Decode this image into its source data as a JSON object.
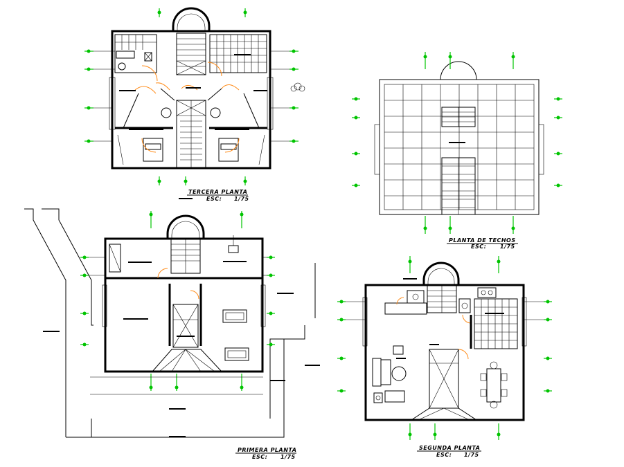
{
  "drawing": {
    "plans": [
      {
        "id": "tercera",
        "title": "TERCERA PLANTA",
        "scale_prefix": "ESC:",
        "scale": "1/75"
      },
      {
        "id": "techos",
        "title": "PLANTA DE TECHOS",
        "scale_prefix": "ESC:",
        "scale": "1/75"
      },
      {
        "id": "primera",
        "title": "PRIMERA PLANTA",
        "scale_prefix": "ESC:",
        "scale": "1/75"
      },
      {
        "id": "segunda",
        "title": "SEGUNDA PLANTA",
        "scale_prefix": "ESC:",
        "scale": "1/75"
      }
    ],
    "colors": {
      "wall": "#000000",
      "door_swing": "#ff8c1a",
      "axis_marker": "#00c400",
      "background": "#ffffff"
    }
  }
}
